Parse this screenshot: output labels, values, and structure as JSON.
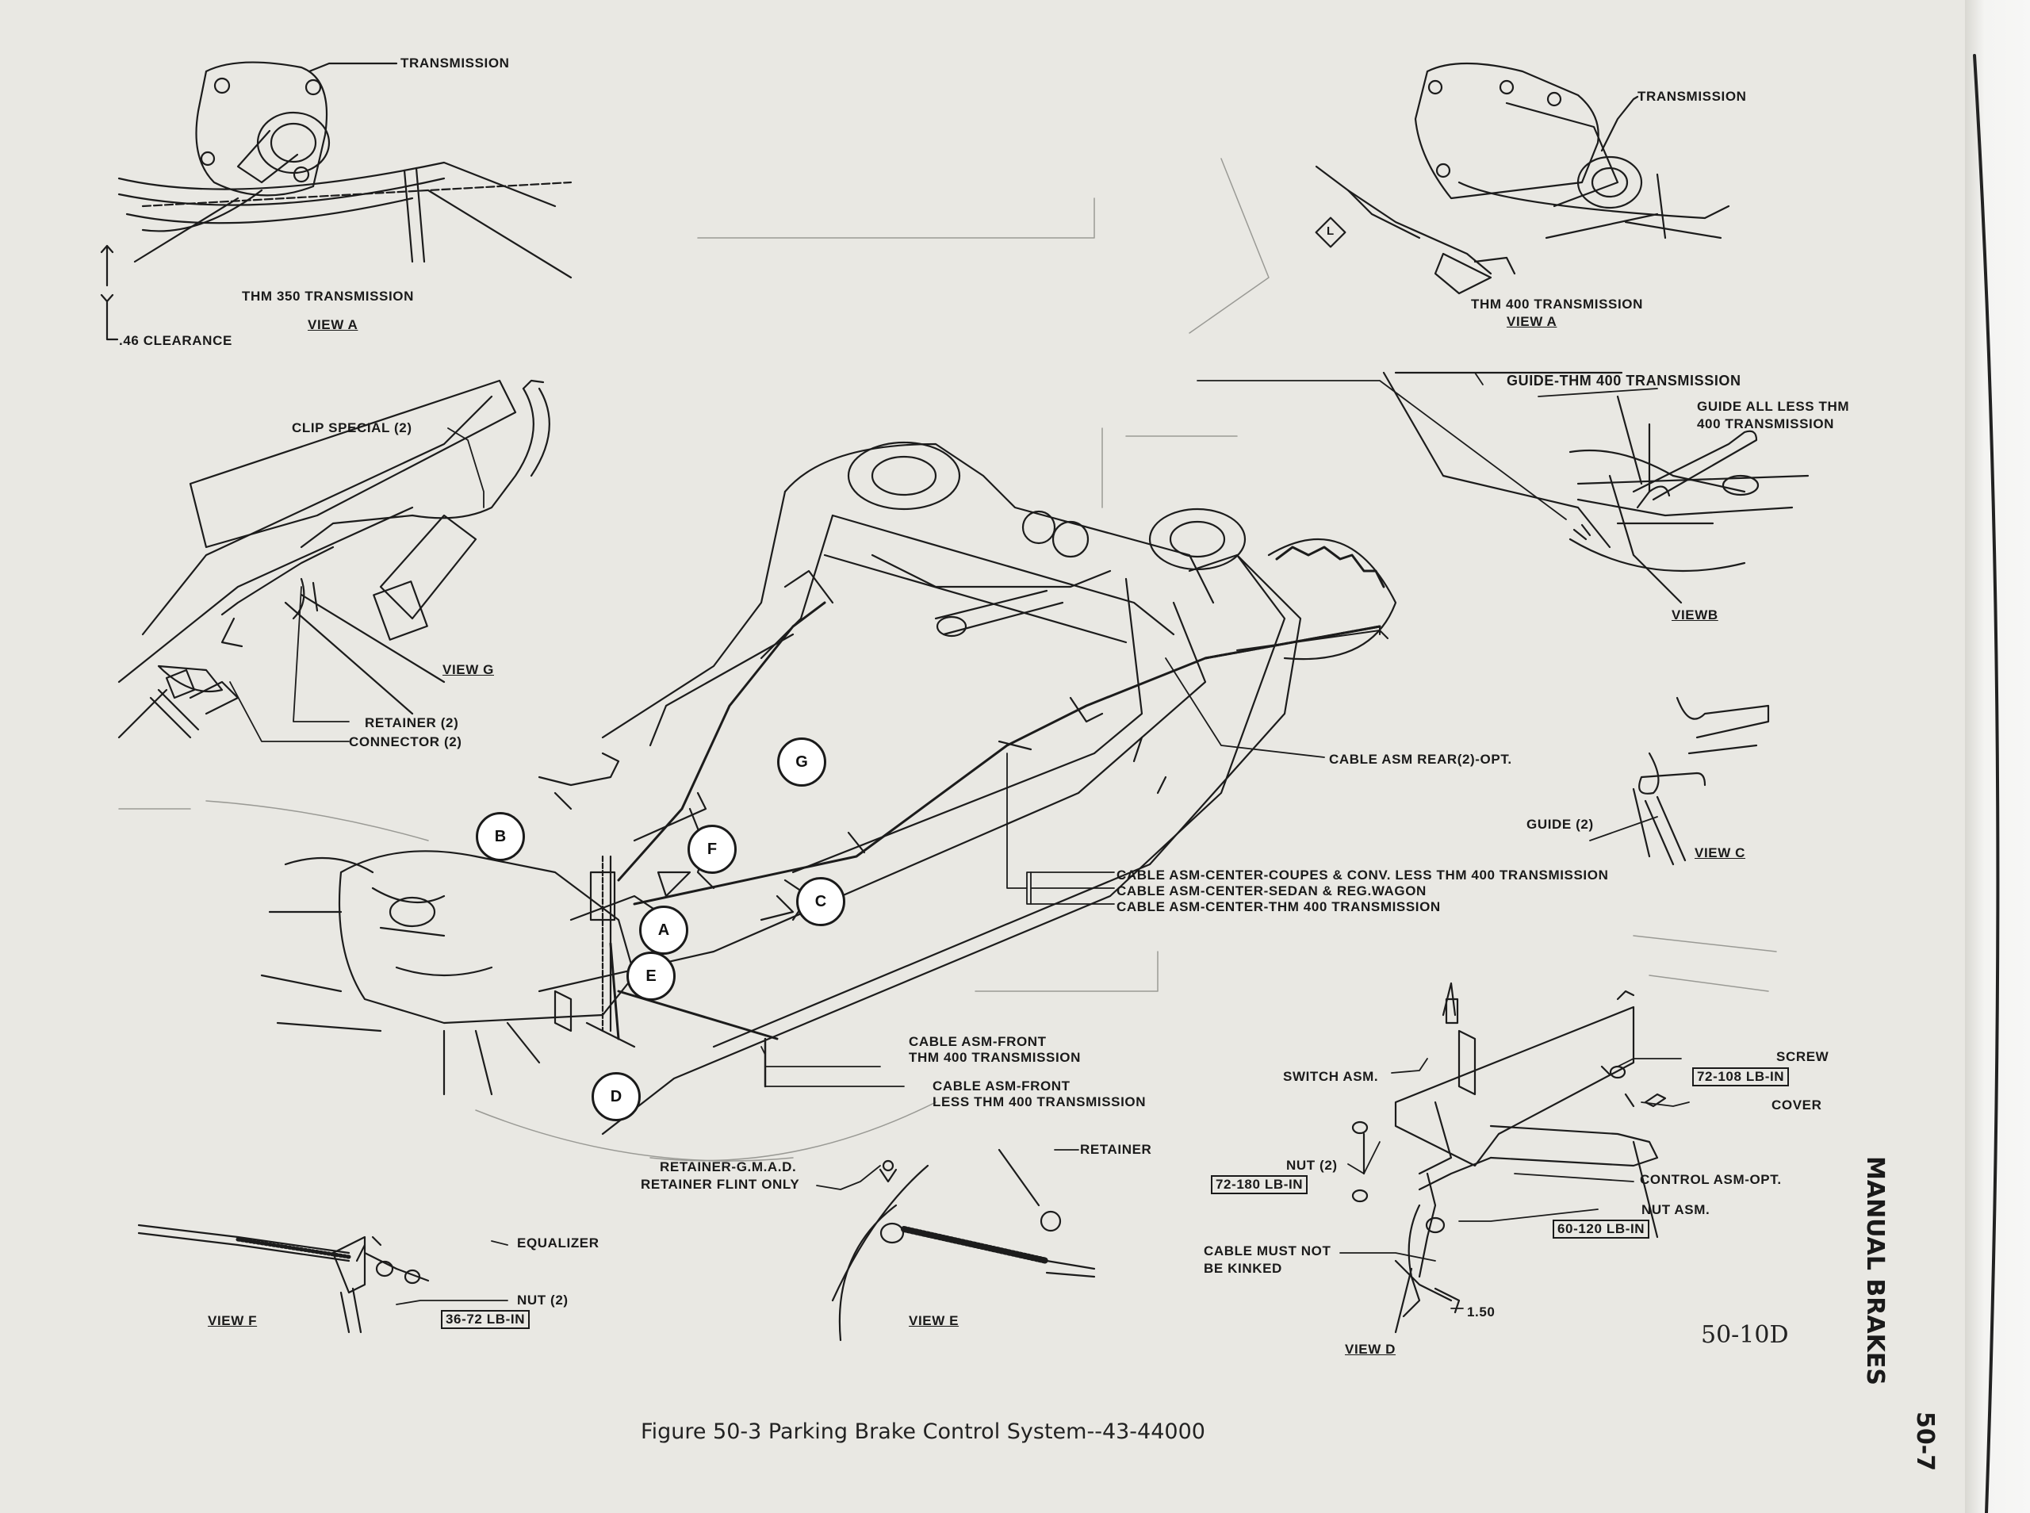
{
  "figure": {
    "caption": "Figure 50-3 Parking Brake Control System--43-44000",
    "code": "50-10D"
  },
  "page_header": {
    "section_title": "MANUAL BRAKES",
    "page_number": "50-7"
  },
  "views": {
    "view_a_350": {
      "callout": "TRANSMISSION",
      "title": "THM  350 TRANSMISSION",
      "view": "VIEW A",
      "clearance": ".46 CLEARANCE"
    },
    "view_a_400": {
      "callout": "TRANSMISSION",
      "title": "THM 400 TRANSMISSION",
      "view": "VIEW A",
      "marker": "L"
    },
    "view_b": {
      "guide_400": "GUIDE-THM 400 TRANSMISSION",
      "guide_all_1": "GUIDE ALL LESS THM",
      "guide_all_2": "400 TRANSMISSION",
      "view": "VIEWB"
    },
    "view_c": {
      "guide": "GUIDE  (2)",
      "view": "VIEW  C"
    },
    "view_g": {
      "clip": "CLIP SPECIAL (2)",
      "view": "VIEW G",
      "retainer": "RETAINER  (2)",
      "connector": "CONNECTOR   (2)"
    },
    "view_d": {
      "switch": "SWITCH ASM.",
      "screw": "SCREW",
      "screw_torque": "72-108 LB-IN",
      "cover": "COVER",
      "nut": "NUT (2)",
      "nut_torque": "72-180 LB-IN",
      "control": "CONTROL ASM-OPT.",
      "nut_asm": "NUT ASM.",
      "nut_asm_torque": "60-120 LB-IN",
      "cable_kinked_1": "CABLE MUST NOT",
      "cable_kinked_2": "BE KINKED",
      "dimension": "1.50",
      "view": "VIEW D"
    },
    "view_f": {
      "equalizer": "EQUALIZER",
      "nut": "NUT (2)",
      "nut_torque": "36-72 LB-IN",
      "view": "VIEW F"
    },
    "view_e": {
      "retainer_gmad": "RETAINER-G.M.A.D.",
      "retainer_flint": "RETAINER FLINT ONLY",
      "retainer": "RETAINER",
      "view": "VIEW E"
    }
  },
  "main_labels": {
    "cable_rear": "CABLE ASM REAR(2)-OPT.",
    "center_1": "CABLE ASM-CENTER-COUPES & CONV. LESS  THM  400 TRANSMISSION",
    "center_2": "CABLE ASM-CENTER-SEDAN & REG.WAGON",
    "center_3": "CABLE ASM-CENTER-THM 400 TRANSMISSION",
    "front_1a": "CABLE ASM-FRONT",
    "front_1b": "THM 400 TRANSMISSION",
    "front_2a": "CABLE ASM-FRONT",
    "front_2b": "LESS THM 400 TRANSMISSION"
  },
  "callouts": {
    "a": "A",
    "b": "B",
    "c": "C",
    "d": "D",
    "e": "E",
    "f": "F",
    "g": "G"
  }
}
